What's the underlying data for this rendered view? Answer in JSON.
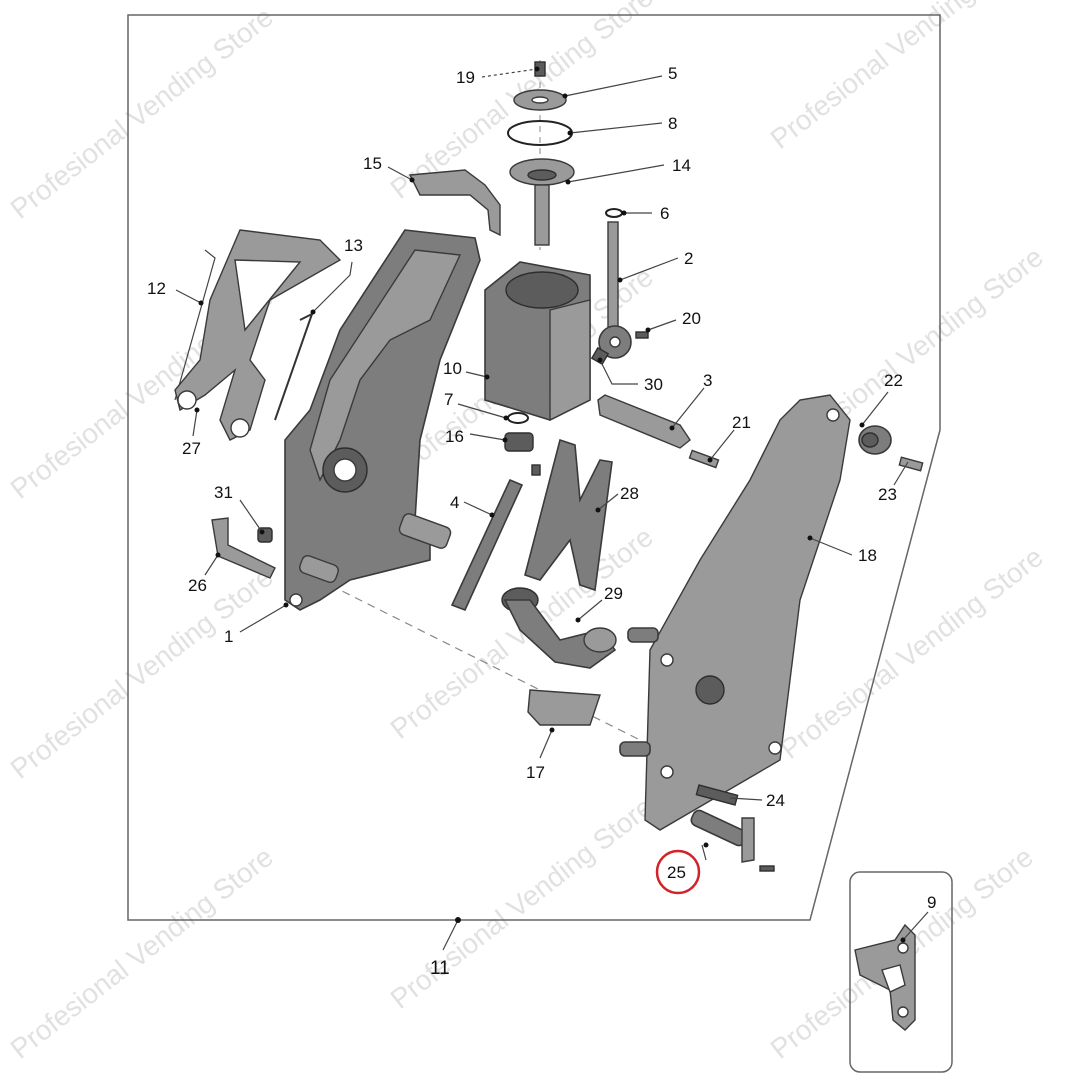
{
  "watermark": "Profesional Vending Store",
  "assembly_label": "11",
  "highlight_color": "#d0242a",
  "highlighted_part": "25",
  "inset_label": "9",
  "callouts": {
    "p1": "1",
    "p2": "2",
    "p3": "3",
    "p4": "4",
    "p5": "5",
    "p6": "6",
    "p7": "7",
    "p8": "8",
    "p10": "10",
    "p12": "12",
    "p13": "13",
    "p14": "14",
    "p15": "15",
    "p16": "16",
    "p17": "17",
    "p18": "18",
    "p19": "19",
    "p20": "20",
    "p21": "21",
    "p22": "22",
    "p23": "23",
    "p24": "24",
    "p26": "26",
    "p27": "27",
    "p28": "28",
    "p29": "29",
    "p30": "30",
    "p31": "31"
  }
}
